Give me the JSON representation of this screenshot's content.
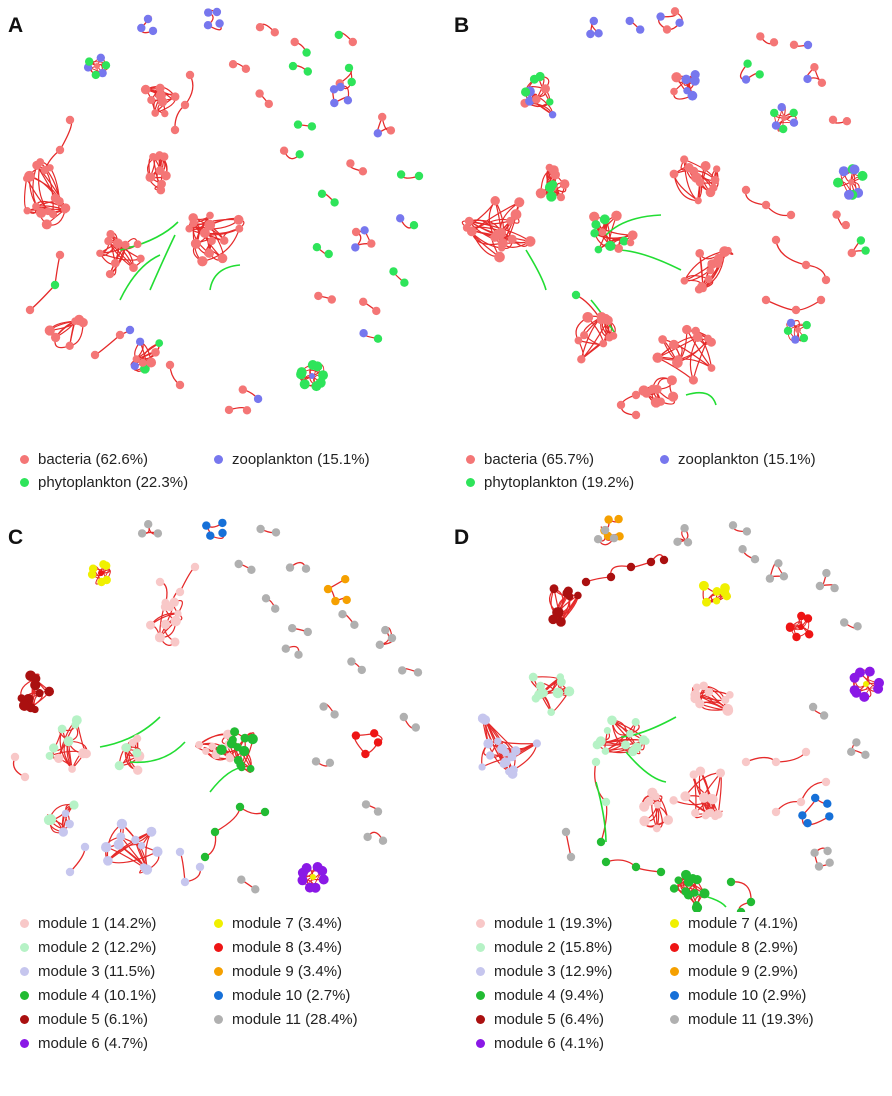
{
  "colors": {
    "edge_pos": "#e52a2a",
    "edge_neg": "#22dd33",
    "bacteria": "#f47676",
    "phytoplankton": "#2ee45a",
    "zooplankton": "#7777ee",
    "module_1": "#f8c8c8",
    "module_2": "#b6f2c6",
    "module_3": "#c6c6ee",
    "module_4": "#22bb33",
    "module_5": "#aa1010",
    "module_6": "#8a18e6",
    "module_7": "#f0f000",
    "module_8": "#ee1515",
    "module_9": "#f5a000",
    "module_10": "#1670d8",
    "module_11": "#b0b0b0"
  },
  "panels": [
    {
      "letter": "A",
      "legend": [
        {
          "label": "bacteria (62.6%)",
          "color": "bacteria"
        },
        {
          "label": "zooplankton (15.1%)",
          "color": "zooplankton"
        },
        {
          "label": "phytoplankton (22.3%)",
          "color": "phytoplankton"
        }
      ]
    },
    {
      "letter": "B",
      "legend": [
        {
          "label": "bacteria (65.7%)",
          "color": "bacteria"
        },
        {
          "label": "zooplankton (15.1%)",
          "color": "zooplankton"
        },
        {
          "label": "phytoplankton (19.2%)",
          "color": "phytoplankton"
        }
      ]
    },
    {
      "letter": "C",
      "legend": [
        {
          "label": "module 1 (14.2%)",
          "color": "module_1"
        },
        {
          "label": "module 2 (12.2%)",
          "color": "module_2"
        },
        {
          "label": "module 3 (11.5%)",
          "color": "module_3"
        },
        {
          "label": "module 4 (10.1%)",
          "color": "module_4"
        },
        {
          "label": "module 5 (6.1%)",
          "color": "module_5"
        },
        {
          "label": "module 6 (4.7%)",
          "color": "module_6"
        },
        {
          "label": "module 7 (3.4%)",
          "color": "module_7"
        },
        {
          "label": "module 8 (3.4%)",
          "color": "module_8"
        },
        {
          "label": "module 9 (3.4%)",
          "color": "module_9"
        },
        {
          "label": "module 10 (2.7%)",
          "color": "module_10"
        },
        {
          "label": "module 11 (28.4%)",
          "color": "module_11"
        }
      ]
    },
    {
      "letter": "D",
      "legend": [
        {
          "label": "module 1 (19.3%)",
          "color": "module_1"
        },
        {
          "label": "module 2 (15.8%)",
          "color": "module_2"
        },
        {
          "label": "module 3 (12.9%)",
          "color": "module_3"
        },
        {
          "label": "module 4 (9.4%)",
          "color": "module_4"
        },
        {
          "label": "module 5 (6.4%)",
          "color": "module_5"
        },
        {
          "label": "module 6 (4.1%)",
          "color": "module_6"
        },
        {
          "label": "module 7 (4.1%)",
          "color": "module_7"
        },
        {
          "label": "module 8 (2.9%)",
          "color": "module_8"
        },
        {
          "label": "module 9 (2.9%)",
          "color": "module_9"
        },
        {
          "label": "module 10 (2.9%)",
          "color": "module_10"
        },
        {
          "label": "module 11 (19.3%)",
          "color": "module_11"
        }
      ]
    }
  ]
}
